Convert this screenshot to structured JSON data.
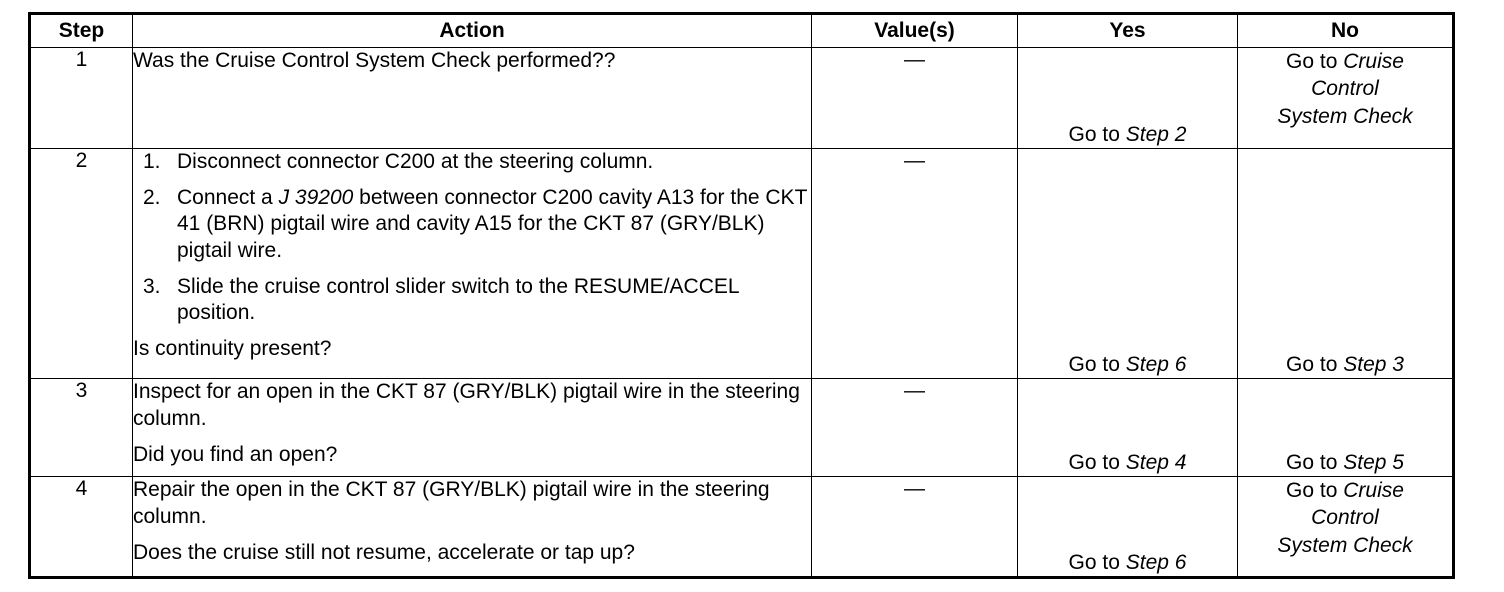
{
  "table": {
    "headers": [
      {
        "key": "step",
        "label": "Step"
      },
      {
        "key": "action",
        "label": "Action"
      },
      {
        "key": "value",
        "label": "Value(s)"
      },
      {
        "key": "yes",
        "label": "Yes"
      },
      {
        "key": "no",
        "label": "No"
      }
    ],
    "rows": [
      {
        "step": "1",
        "action": {
          "list": [],
          "question": "Was the Cruise Control System Check performed??"
        },
        "value": "—",
        "yes": {
          "prefix": "Go to ",
          "target": "Step 2",
          "align": "bottom"
        },
        "no": {
          "prefix": "Go to ",
          "target": "Cruise Control System Check",
          "align": "top",
          "lines": [
            "Cruise",
            "Control",
            "System Check"
          ]
        }
      },
      {
        "step": "2",
        "action": {
          "list": [
            {
              "num": "1.",
              "text": "Disconnect connector C200 at the steering column."
            },
            {
              "num": "2.",
              "pre": "Connect a ",
              "italic": "J 39200",
              "post": " between connector C200 cavity A13 for the CKT 41 (BRN) pigtail wire and cavity A15 for the CKT 87 (GRY/BLK) pigtail wire."
            },
            {
              "num": "3.",
              "text": "Slide the cruise control slider switch to the RESUME/ACCEL position."
            }
          ],
          "question": "Is continuity present?"
        },
        "value": "—",
        "yes": {
          "prefix": "Go to ",
          "target": "Step 6",
          "align": "bottom"
        },
        "no": {
          "prefix": "Go to ",
          "target": "Step 3",
          "align": "bottom"
        }
      },
      {
        "step": "3",
        "action": {
          "list": [],
          "statement": "Inspect for an open in the CKT 87 (GRY/BLK) pigtail wire in the steering column.",
          "question": "Did you find an open?"
        },
        "value": "—",
        "yes": {
          "prefix": "Go to ",
          "target": "Step 4",
          "align": "bottom"
        },
        "no": {
          "prefix": "Go to ",
          "target": "Step 5",
          "align": "bottom"
        }
      },
      {
        "step": "4",
        "action": {
          "list": [],
          "statement": "Repair the open in the CKT 87 (GRY/BLK) pigtail wire in the steering column.",
          "question": "Does the cruise still not resume, accelerate or tap up?"
        },
        "value": "—",
        "yes": {
          "prefix": "Go to ",
          "target": "Step 6",
          "align": "bottom"
        },
        "no": {
          "prefix": "Go to ",
          "target": "Cruise Control System Check",
          "align": "top",
          "lines": [
            "Cruise",
            "Control",
            "System Check"
          ]
        }
      }
    ]
  }
}
